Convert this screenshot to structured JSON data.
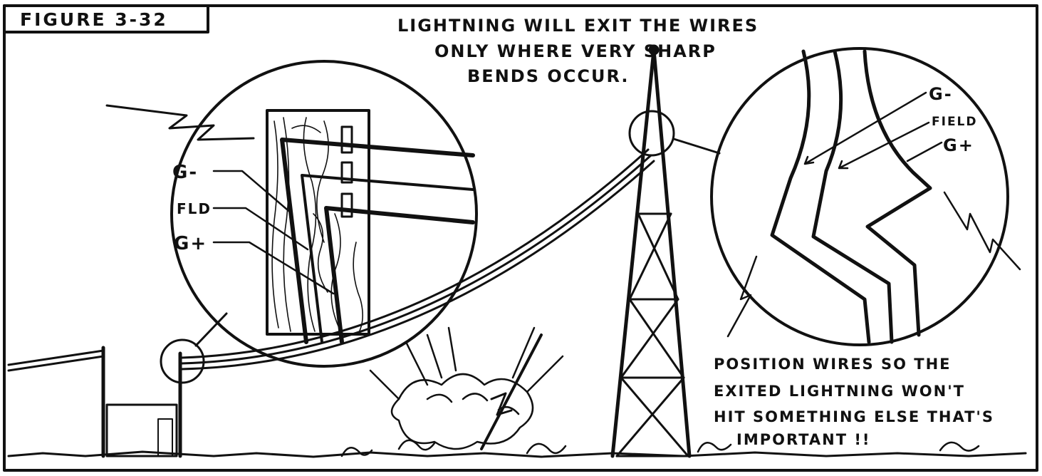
{
  "figure_label": "FIGURE 3-32",
  "caption": {
    "line1": "LIGHTNING WILL EXIT THE WIRES",
    "line2": "ONLY WHERE VERY SHARP",
    "line3": "BENDS OCCUR."
  },
  "left_inset_labels": {
    "g_minus": "G-",
    "field": "FLD",
    "g_plus": "G+"
  },
  "right_inset_labels": {
    "g_minus": "G-",
    "field": "FIELD",
    "g_plus": "G+"
  },
  "note": {
    "line1": "POSITION WIRES SO THE",
    "line2": "EXITED LIGHTNING WON'T",
    "line3": "HIT SOMETHING ELSE THAT'S",
    "line4": "IMPORTANT !!"
  }
}
